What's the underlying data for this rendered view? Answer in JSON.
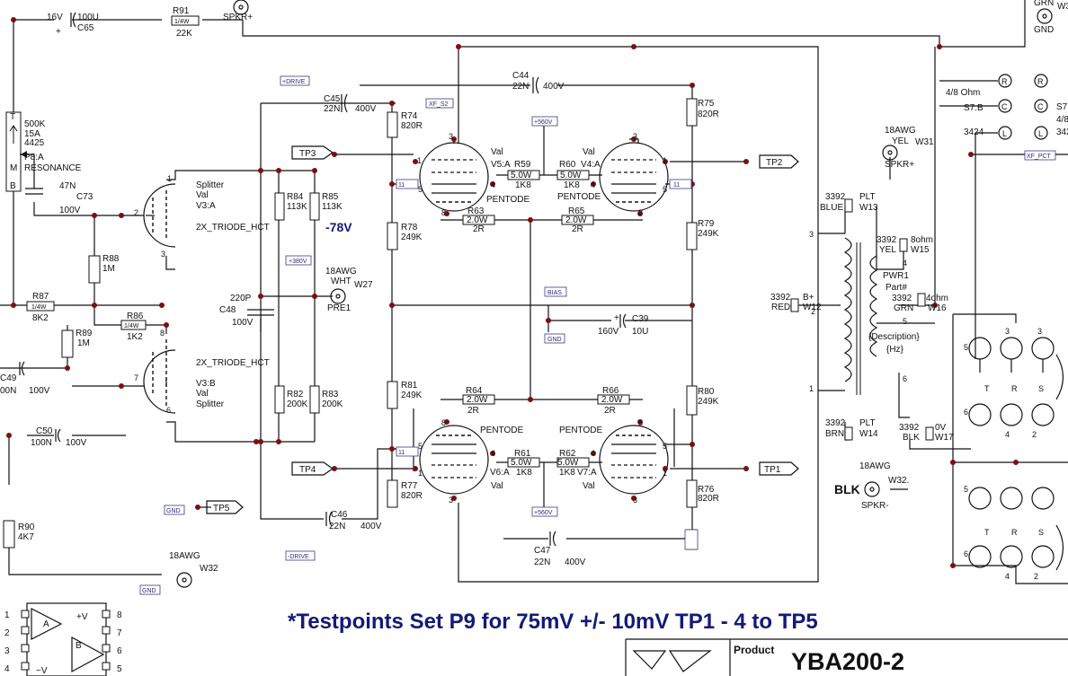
{
  "labels": {
    "c65v": "16V",
    "c65val": "100U",
    "c65": "C65",
    "r91": "R91",
    "r91w": "1/4W",
    "r91val": "22K",
    "spkrp_top": "SPKR+",
    "pot": "T",
    "pot_res": "500K",
    "pot_a": "15A",
    "pot_num": "4425",
    "pot_m": "M",
    "pot_b": "B",
    "p8": "P8:A",
    "resonance": "RESONANCE",
    "c73val": "47N",
    "c73": "C73",
    "c73v": "100V",
    "c45": "C45",
    "c45val": "22N",
    "c45v": "400V",
    "c44": "C44",
    "c44val": "22N",
    "c44v": "400V",
    "drive_p": "+DRIVE",
    "drive_n": "-DRIVE",
    "xfs2": "XF_S2",
    "xfpct": "XF_PCT",
    "r74": "R74",
    "r74val": "820R",
    "r75": "R75",
    "r75val": "820R",
    "v380": "+380V",
    "v560a": "+560V",
    "v560b": "+560V",
    "tp1": "TP1",
    "tp2": "TP2",
    "tp3": "TP3",
    "tp4": "TP4",
    "tp5": "TP5",
    "val": "Val",
    "v5a": "V5:A",
    "v4a": "V4:A",
    "v6a": "V6:A",
    "v7a": "V7:A",
    "r59": "R59",
    "r60": "R60",
    "r61": "R61",
    "r62": "R62",
    "w5": "5.0W",
    "w2": "2.0W",
    "k18": "1K8",
    "r2": "2R",
    "pentode": "PENTODE",
    "r63": "R63",
    "r64": "R64",
    "r65": "R65",
    "r66": "R66",
    "r78": "R78",
    "r79": "R79",
    "r80": "R80",
    "r81": "R81",
    "r76": "R76",
    "r77": "R77",
    "k249": "249K",
    "r820": "820R",
    "r84": "R84",
    "r85": "R85",
    "r82": "R82",
    "r83": "R83",
    "k113": "113K",
    "k200": "200K",
    "v78": "-78V",
    "awg18": "18AWG",
    "wht": "WHT",
    "w27": "W27",
    "pre1": "PRE1",
    "c48": "C48",
    "c48val": "220P",
    "c48v": "100V",
    "bias": "BIAS",
    "gnd": "GND",
    "c39": "C39",
    "c39val": "10U",
    "c39v": "160V",
    "splitter": "Splitter",
    "triode": "2X_TRIODE_HCT",
    "v3a": "V3:A",
    "v3b": "V3:B",
    "r88": "R88",
    "r88val": "1M",
    "r89": "R89",
    "r89val": "1M",
    "r87": "R87",
    "r87w": "1/4W",
    "r87val": "8K2",
    "r86": "R86",
    "r86w": "1/4W",
    "r86val": "1K2",
    "c49": "C49",
    "c49val": "00N",
    "c49v": "100V",
    "c50": "C50",
    "c50val": "100N",
    "c50v": "100V",
    "c46": "C46",
    "c46val": "22N",
    "c46v": "400V",
    "c47": "C47",
    "c47val": "22N",
    "c47v": "400V",
    "r90": "R90",
    "r90val": "4K7",
    "w32": "W32",
    "w32b": "W32.",
    "blk": "BLK",
    "spkrm": "SPKR-",
    "w14w": "1/4W",
    "ohm48": "4/8 Ohm",
    "s7b": "S7:B",
    "n3424": "3424",
    "s7": "S7",
    "n48": "4/8",
    "n342": "342",
    "grn": "GRN",
    "gnd_top": "GND",
    "w3": "W3",
    "yel": "YEL",
    "w31": "W31.",
    "spkrp": "SPKR+",
    "n3392": "3392",
    "plt": "PLT",
    "blue": "BLUE",
    "w13": "W13",
    "ohm8": "8ohm",
    "w15": "W15",
    "pwr1": "PWR1",
    "part": "Part#",
    "ohm4": "4ohm",
    "w16": "W16",
    "bplus": "B+",
    "red": "RED",
    "w12": "W12",
    "desc": "{Description}",
    "hz": "{Hz}",
    "brn": "BRN",
    "w14": "W14",
    "ov": "0V",
    "w17": "W17",
    "pinT": "T",
    "pinR": "R",
    "pinS": "S",
    "pinL": "L",
    "pinC": "C",
    "testpoints": "*Testpoints Set P9 for 75mV +/- 10mV TP1 - 4 to TP5",
    "product": "Product",
    "model": "YBA200-2",
    "opA": "A",
    "opB": "B",
    "plusV": "+V",
    "minusV": "−V",
    "n1": "1",
    "n2": "2",
    "n3": "3",
    "n4": "4",
    "n5": "5",
    "n6": "6",
    "n7": "7",
    "n8": "8",
    "n11": "11"
  }
}
